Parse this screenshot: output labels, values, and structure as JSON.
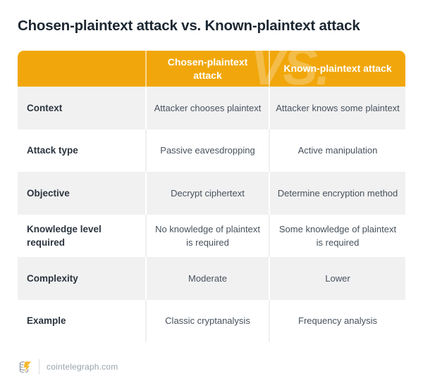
{
  "title": "Chosen-plaintext attack vs. Known-plaintext attack",
  "table": {
    "watermark": "VS.",
    "columns": [
      "",
      "Chosen-plaintext attack",
      "Known-plaintext attack"
    ],
    "rows": [
      {
        "label": "Context",
        "chosen": "Attacker chooses plaintext",
        "known": "Attacker knows some plaintext"
      },
      {
        "label": "Attack type",
        "chosen": "Passive eavesdropping",
        "known": "Active manipulation"
      },
      {
        "label": "Objective",
        "chosen": "Decrypt ciphertext",
        "known": "Determine encryption method"
      },
      {
        "label": "Knowledge level required",
        "chosen": "No knowledge of plaintext is required",
        "known": "Some knowledge of plaintext is required"
      },
      {
        "label": "Complexity",
        "chosen": "Moderate",
        "known": "Lower"
      },
      {
        "label": "Example",
        "chosen": "Classic cryptanalysis",
        "known": "Frequency analysis"
      }
    ]
  },
  "footer": {
    "brand": "cointelegraph.com",
    "logo_icon": "cointelegraph-coin-bolt-icon"
  },
  "colors": {
    "header_bg": "#F1A70B",
    "watermark_text": "#F4BD48",
    "row_alt_bg": "#F1F1F2",
    "title_text": "#1C2732",
    "header_text": "#FFFFFF",
    "cell_text": "#47515C",
    "label_text": "#2B343E",
    "footer_text": "#99A2AB",
    "bolt_yellow": "#F6BA30"
  }
}
